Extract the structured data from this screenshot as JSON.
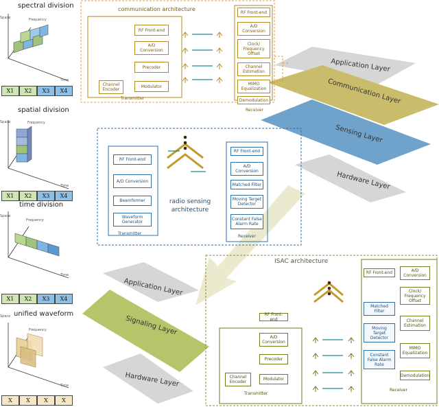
{
  "left_panels": {
    "spectral": {
      "title": "spectral division",
      "axis_space": "Space",
      "axis_frequency": "Frequency",
      "axis_time": "Time",
      "slots": [
        "X1",
        "X2",
        "X3",
        "X4"
      ]
    },
    "spatial": {
      "title": "spatial division",
      "axis_space": "Space",
      "axis_frequency": "Frequency",
      "axis_time": "Time",
      "slots": [
        "X1",
        "X2",
        "X3",
        "X4"
      ]
    },
    "time": {
      "title": "time division",
      "axis_space": "Space",
      "axis_frequency": "Frequency",
      "axis_time": "Time",
      "slots": [
        "X1",
        "X2",
        "X3",
        "X4"
      ]
    },
    "unified": {
      "title": "unified waveform",
      "axis_space": "Space",
      "axis_frequency": "Frequency",
      "axis_time": "Time",
      "slots": [
        "X",
        "X",
        "X",
        "X"
      ]
    }
  },
  "comm": {
    "title": "communication architecture",
    "tx": [
      "RF Front-end",
      "A/D Conversion",
      "Precoder",
      "Modulator"
    ],
    "encoder": "Channel Encoder",
    "tx_label": "Transmitter",
    "rx": [
      "RF Front-end",
      "A/D Conversion",
      "Clock/ Frequency Offset",
      "Channel Estimation",
      "MIMO Equalization",
      "Demodulation"
    ],
    "rx_label": "Receiver"
  },
  "sensing": {
    "title": "radio sensing architecture",
    "tx": [
      "RF Front-end",
      "A/D Conversion",
      "Beamformer",
      "Waveform Generator"
    ],
    "tx_label": "Transmitter",
    "rx": [
      "RF Front-end",
      "A/D Conversion",
      "Matched Filter",
      "Moving Target Detector",
      "Constant False Alarm Rate"
    ],
    "rx_label": "Receiver"
  },
  "isac": {
    "title": "ISAC architecture",
    "tx": [
      "RF Front-end",
      "A/D Conversion",
      "Precoder",
      "Modulator"
    ],
    "encoder": "Channel Encoder",
    "tx_label": "Transmitter",
    "rx_top": [
      "RF Front-end",
      "A/D Conversion"
    ],
    "sense": [
      "Matched Filter",
      "Moving Target Detector",
      "Constant False Alarm Rate"
    ],
    "comm": [
      "Clock/ Frequency Offset",
      "Channel Estimation",
      "MIMO Equalization",
      "Demodulation"
    ],
    "rx_label": "Receiver"
  },
  "layers_right": [
    "Application Layer",
    "Communication Layer",
    "Sensing Layer",
    "Hardware Layer"
  ],
  "layers_left": [
    "Application Layer",
    "Signaling Layer",
    "Hardware Layer"
  ],
  "colors": {
    "gold": "#b58a1e",
    "blue": "#2b6fa8",
    "olive": "#6e7a1c",
    "teal": "#1f8a8a",
    "comm_layer": "#c9bd6c",
    "sense_layer": "#6fa3cc",
    "grey_layer": "#d6d6d6",
    "signal_layer": "#b7c46a"
  }
}
